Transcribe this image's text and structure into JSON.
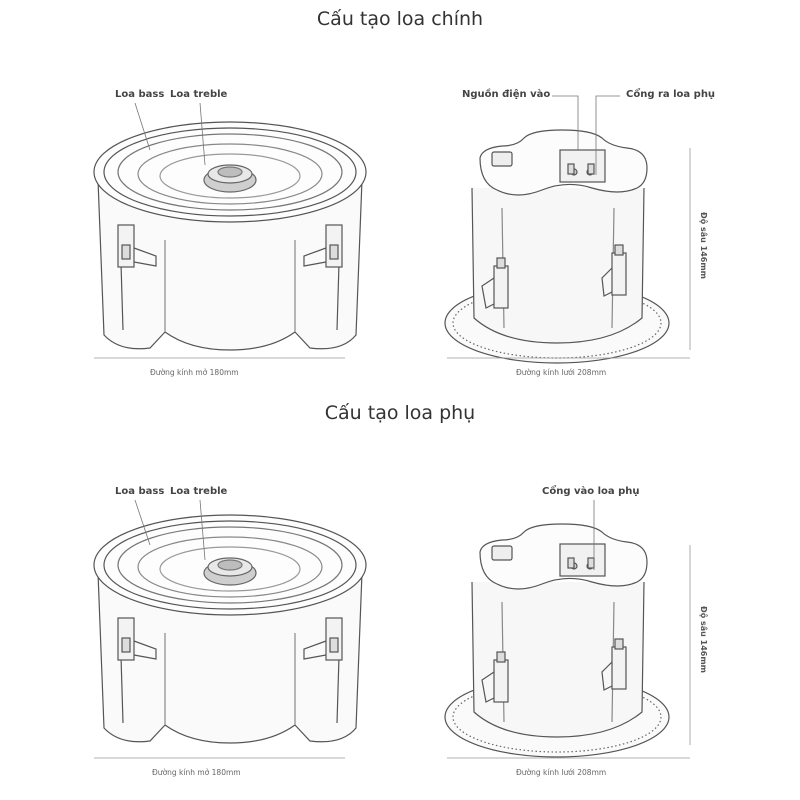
{
  "sections": [
    {
      "title": "Cấu tạo loa chính",
      "front": {
        "label_bass": "Loa bass",
        "label_treble": "Loa treble",
        "dimension": "Đường kính mở 180mm"
      },
      "back": {
        "label_power": "Nguồn điện vào",
        "label_port": "Cổng ra loa phụ",
        "depth": "Độ sâu 146mm",
        "dimension": "Đường kính lưới 208mm"
      }
    },
    {
      "title": "Cấu tạo loa phụ",
      "front": {
        "label_bass": "Loa bass",
        "label_treble": "Loa treble",
        "dimension": "Đường kính mở 180mm"
      },
      "back": {
        "label_port": "Cổng vào loa phụ",
        "depth": "Độ sâu 146mm",
        "dimension": "Đường kính lưới 208mm"
      }
    }
  ]
}
